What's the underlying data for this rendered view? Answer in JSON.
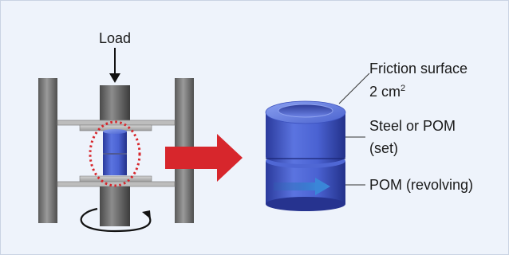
{
  "diagram": {
    "load_label": "Load",
    "friction_surface_label": "Friction surface",
    "area_value": "2 cm",
    "area_exponent": "2",
    "steel_pom_line1": "Steel or POM",
    "steel_pom_line2": "(set)",
    "pom_revolving_label": "POM (revolving)"
  },
  "colors": {
    "panel_background": "#EEF3FB",
    "panel_border": "#C9D3E3",
    "frame_gray": "#6E6E6E",
    "platen_gray": "#A9A9A9",
    "specimen_blue": "#3F58C8",
    "highlight_red": "#D7262C",
    "direction_arrow": "#2C6FB8"
  },
  "icons": [
    "load-arrow-icon",
    "transfer-arrow-icon",
    "rotation-arrow-icon",
    "revolving-direction-icon"
  ]
}
